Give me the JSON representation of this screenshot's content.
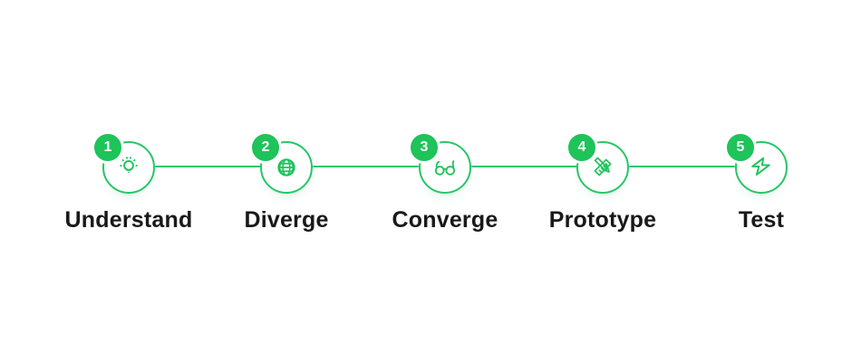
{
  "diagram": {
    "type": "process-steps",
    "step_count": 5,
    "steps": [
      {
        "number": "1",
        "label": "Understand",
        "icon": "lightbulb-icon"
      },
      {
        "number": "2",
        "label": "Diverge",
        "icon": "globe-icon"
      },
      {
        "number": "3",
        "label": "Converge",
        "icon": "glasses-icon"
      },
      {
        "number": "4",
        "label": "Prototype",
        "icon": "ruler-pencil-icon"
      },
      {
        "number": "5",
        "label": "Test",
        "icon": "lightning-bolt-icon"
      }
    ],
    "colors": {
      "accent": "#1ec35a",
      "circle_stroke": "#27c666",
      "connector": "#2ec56c",
      "label_text": "#191919",
      "badge_text": "#ffffff",
      "background": "#ffffff"
    }
  }
}
